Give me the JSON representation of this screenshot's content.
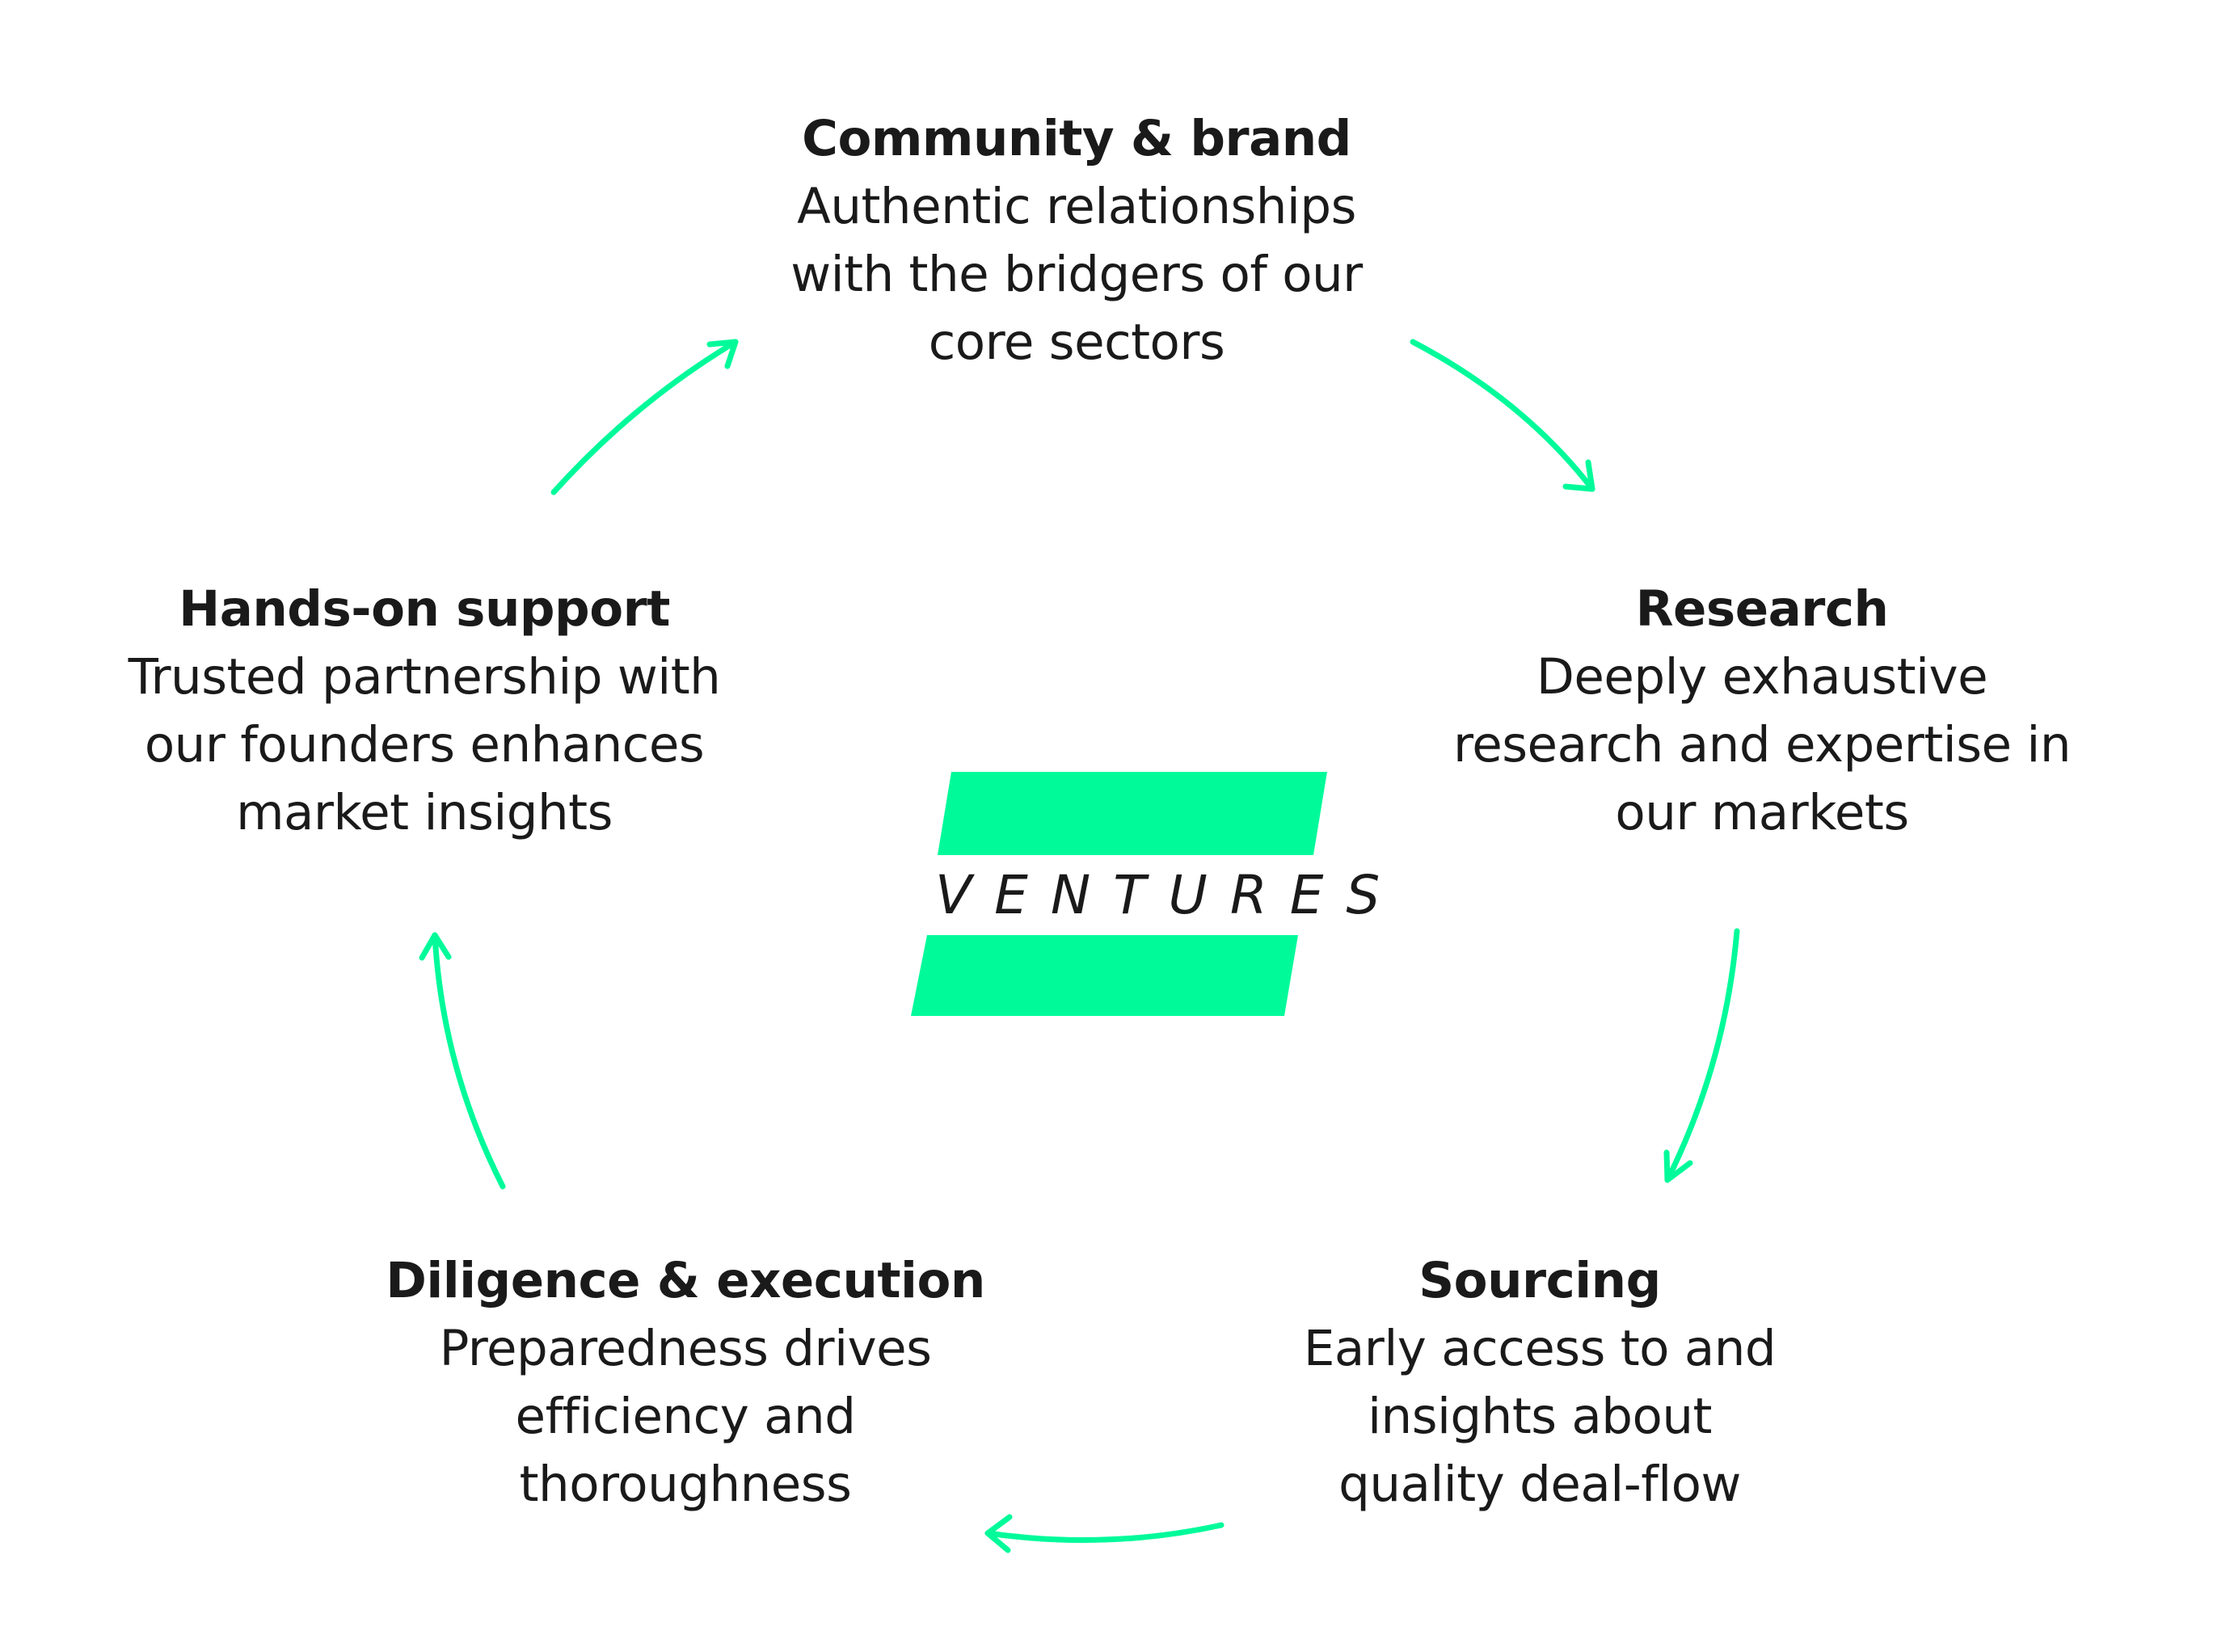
{
  "colors": {
    "accent": "#00FA9A",
    "text": "#1a1a1a",
    "background": "#ffffff"
  },
  "logo": {
    "word": "VENTURES"
  },
  "nodes": {
    "community": {
      "title": "Community & brand",
      "lines": [
        "Authentic relationships",
        "with the bridgers of our",
        "core sectors"
      ]
    },
    "research": {
      "title": "Research",
      "lines": [
        "Deeply exhaustive",
        "research and expertise in",
        "our markets"
      ]
    },
    "sourcing": {
      "title": "Sourcing",
      "lines": [
        "Early access to and",
        "insights about",
        "quality deal-flow"
      ]
    },
    "diligence": {
      "title": "Diligence & execution",
      "lines": [
        "Preparedness drives",
        "efficiency and",
        "thoroughness"
      ]
    },
    "handson": {
      "title": "Hands-on support",
      "lines": [
        "Trusted partnership with",
        "our founders enhances",
        "market insights"
      ]
    }
  },
  "cycle_order": [
    "community",
    "research",
    "sourcing",
    "diligence",
    "handson"
  ]
}
